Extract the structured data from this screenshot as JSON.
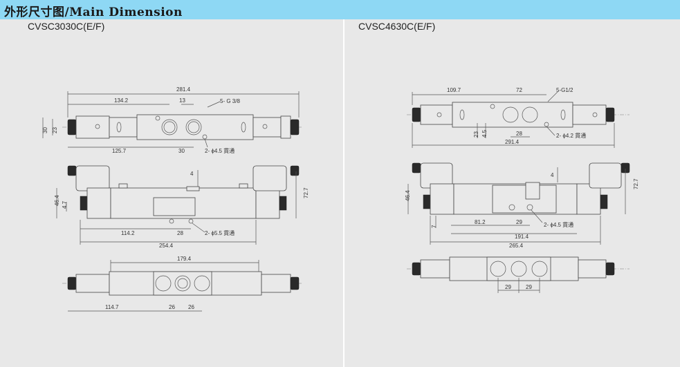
{
  "header": {
    "title": "外形尺寸图/Main Dimension"
  },
  "left": {
    "model": "CVSC3030C(E/F)",
    "top_view": {
      "overall": "281.4",
      "d1": "134.2",
      "d2": "13",
      "ports": "5- G 3/8",
      "h1": "30",
      "h2": "23",
      "d3": "125.7",
      "d4": "30",
      "hole": "2- ϕ4.5 貫通"
    },
    "side_view": {
      "h1": "46.4",
      "h2": "4.7",
      "h3": "72.7",
      "d1": "4",
      "d2": "114.2",
      "d3": "28",
      "hole": "2- ϕ5.5 貫通",
      "overall": "254.4"
    },
    "bottom_view": {
      "overall": "179.4",
      "d1": "114.7",
      "d2": "26",
      "d3": "26"
    }
  },
  "right": {
    "model": "CVSC4630C(E/F)",
    "top_view": {
      "d1": "109.7",
      "d2": "72",
      "ports": "5-G1/2",
      "h1": "23",
      "h2": "4.5",
      "d3": "28",
      "hole": "2- ϕ4.2 貫通",
      "overall": "291.4"
    },
    "side_view": {
      "h1": "46.4",
      "h2": "72.7",
      "d1": "4",
      "d2": "7",
      "d3": "81.2",
      "d4": "29",
      "hole": "2- ϕ4.5 貫通",
      "d5": "191.4",
      "overall": "265.4"
    },
    "bottom_view": {
      "d1": "29",
      "d2": "29"
    }
  }
}
